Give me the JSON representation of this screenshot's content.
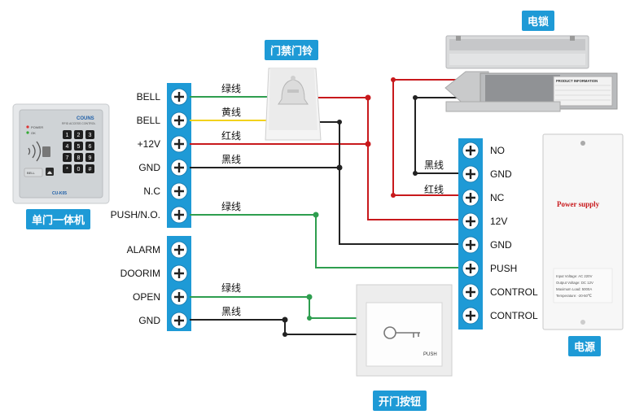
{
  "labels": {
    "reader": "单门一体机",
    "doorbell": "门禁门铃",
    "lock": "电锁",
    "power": "电源",
    "exit_button": "开门按钮"
  },
  "left_terminals_top": [
    "BELL",
    "BELL",
    "+12V",
    "GND",
    "N.C",
    "PUSH/N.O."
  ],
  "left_terminals_bottom": [
    "ALARM",
    "DOORIM",
    "OPEN",
    "GND"
  ],
  "right_terminals": [
    "NO",
    "GND",
    "NC",
    "12V",
    "GND",
    "PUSH",
    "CONTROL",
    "CONTROL"
  ],
  "wire_labels": {
    "green1": "绿线",
    "yellow": "黄线",
    "red1": "红线",
    "black1": "黑线",
    "green2": "绿线",
    "black_lock": "黑线",
    "red_lock": "红线",
    "green3": "绿线",
    "black3": "黑线"
  },
  "reader": {
    "brand": "COUNS",
    "subtitle": "RFID ACCESS CONTROL",
    "model": "CU-K05",
    "power_label": "POWER",
    "ok_label": "OK",
    "bell_label": "BELL",
    "keys": [
      "1",
      "2",
      "3",
      "4",
      "5",
      "6",
      "7",
      "8",
      "9",
      "*",
      "0",
      "#"
    ]
  },
  "power_box": {
    "title": "Power supply",
    "specs": [
      "Input Voltage: AC 220V",
      "Output Voltage: DC 12V",
      "Maximum Load: 5000A",
      "Temperature: -20-50℃"
    ]
  },
  "exit_button_text": "PUSH",
  "lock_plate_text": "PRODUCT INFORMATION",
  "colors": {
    "terminal_blue": "#1e9ad6",
    "green": "#2e9e4f",
    "yellow": "#f2d21c",
    "red": "#c8191c",
    "black": "#222222"
  }
}
